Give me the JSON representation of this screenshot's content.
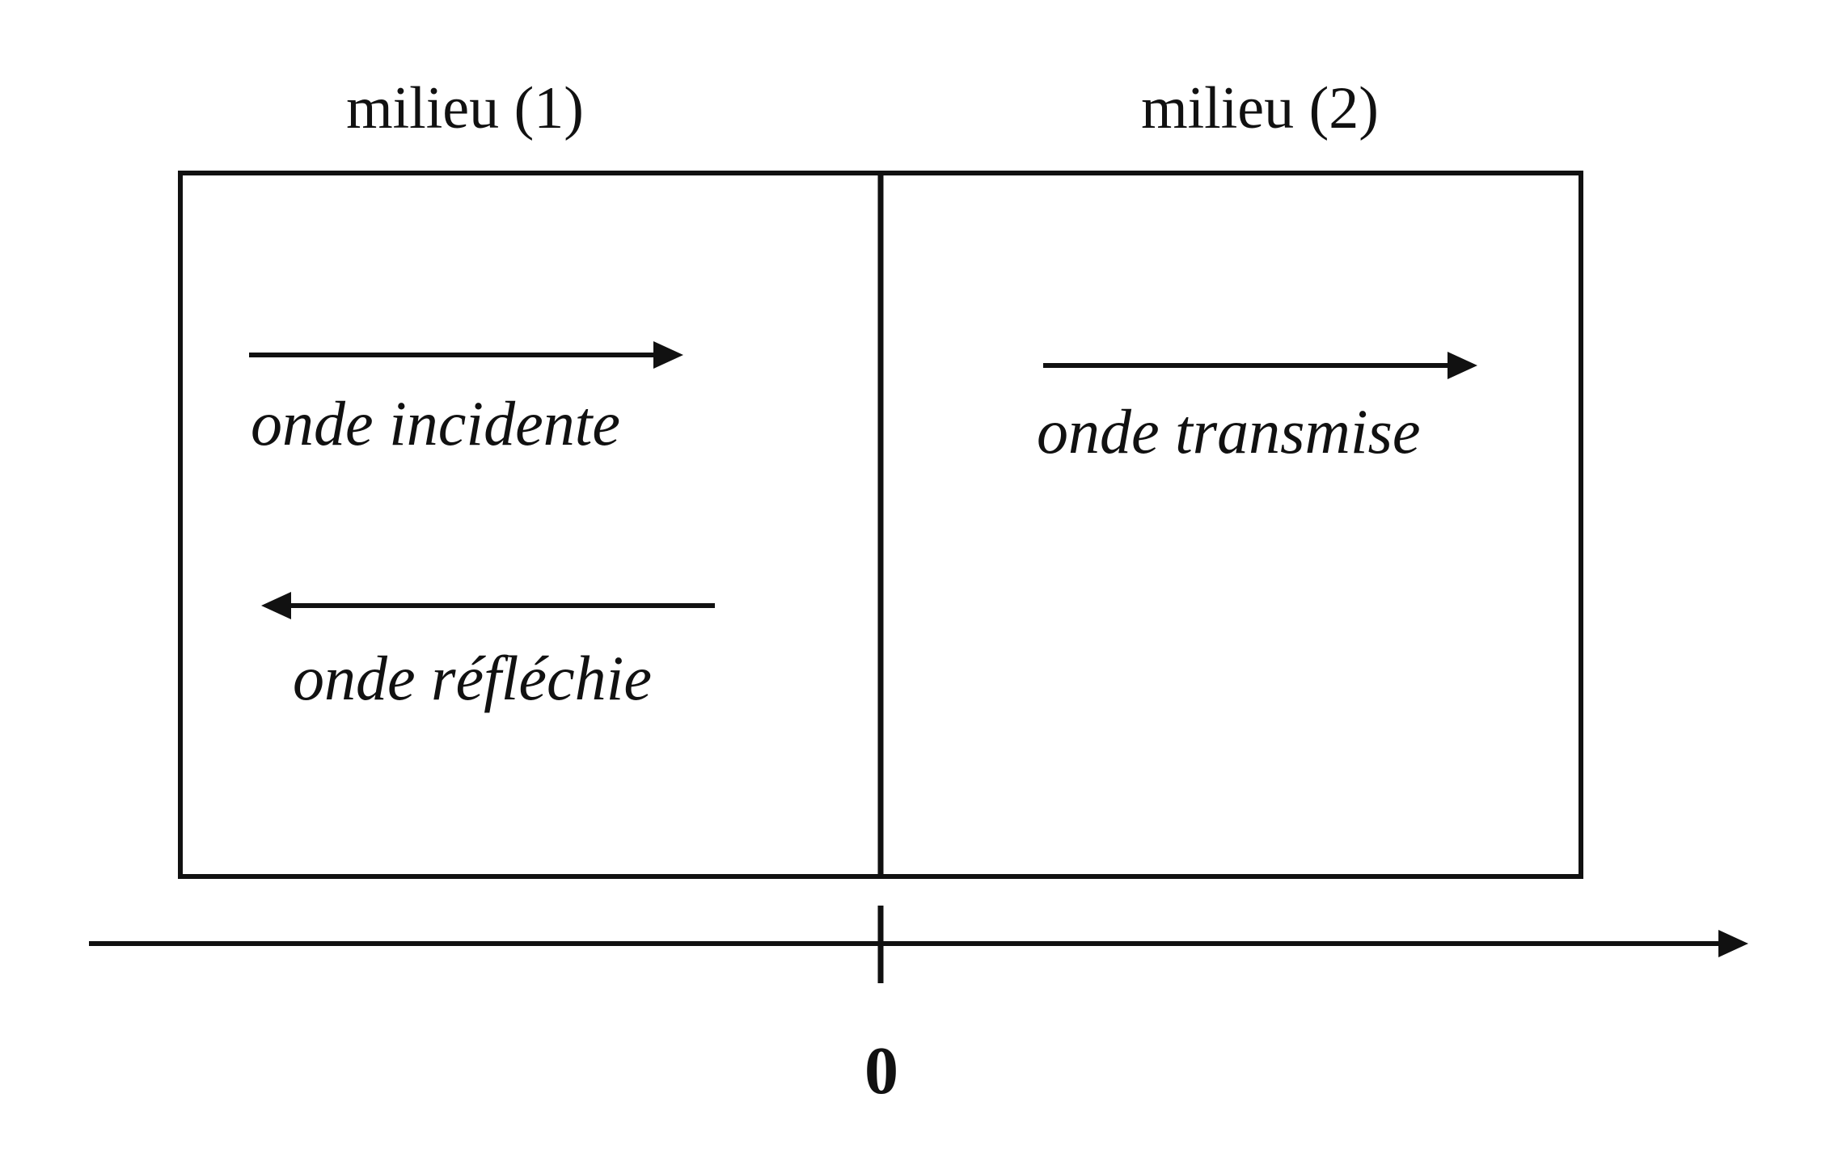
{
  "media": {
    "left_label": "milieu (1)",
    "right_label": "milieu (2)"
  },
  "waves": {
    "incident": "onde incidente",
    "reflected": "onde réfléchie",
    "transmitted": "onde transmise"
  },
  "axis": {
    "origin_label": "0"
  },
  "colors": {
    "ink": "#111111",
    "background": "#ffffff"
  }
}
